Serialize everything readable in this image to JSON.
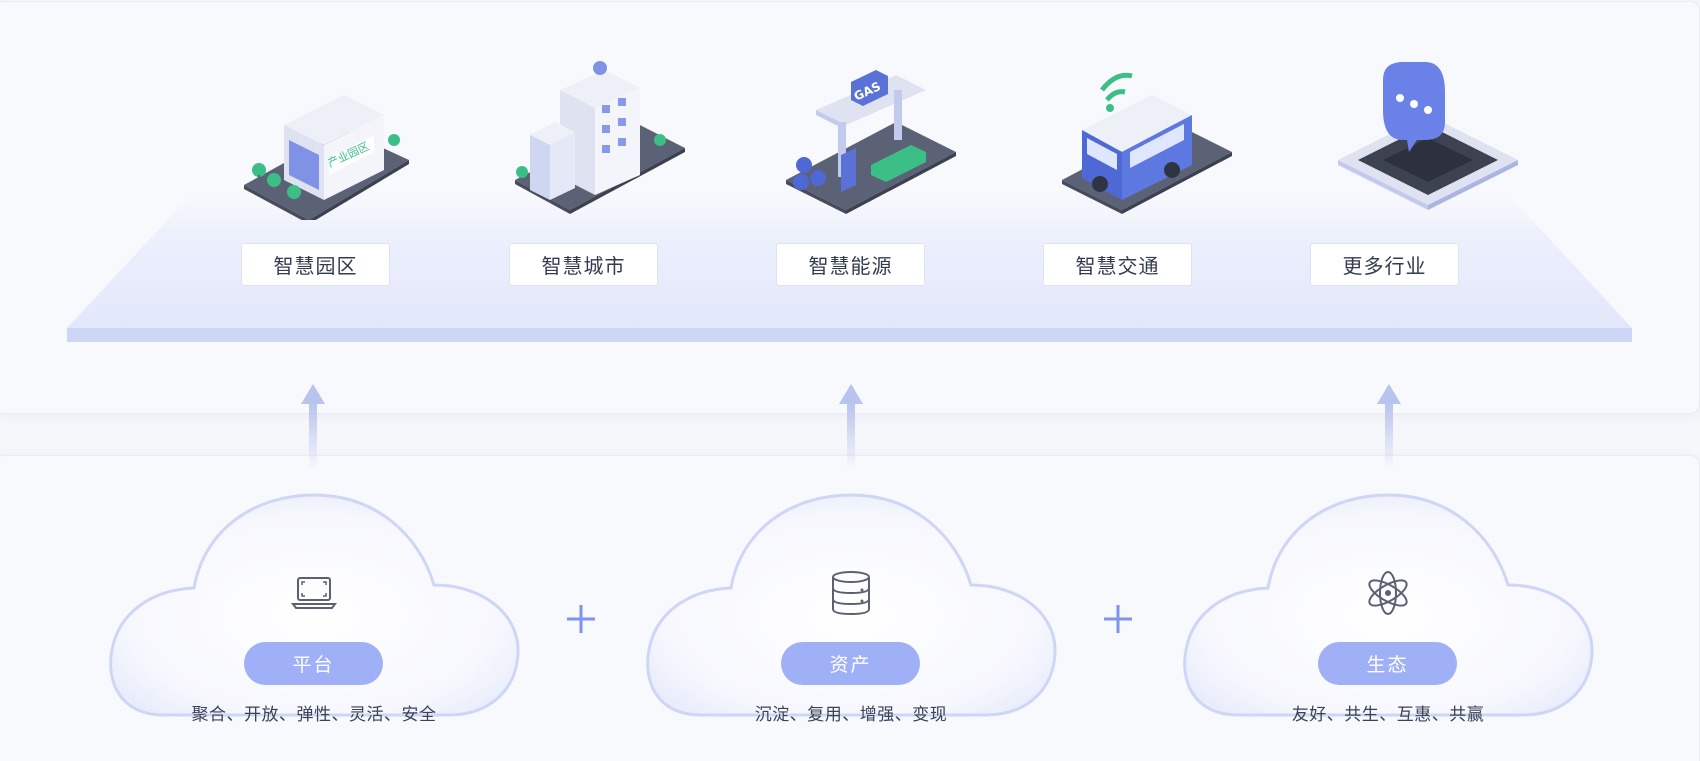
{
  "industries": [
    {
      "label": "智慧园区",
      "icon": "smart-park-building-icon",
      "sign": "产业园区"
    },
    {
      "label": "智慧城市",
      "icon": "smart-city-tower-icon"
    },
    {
      "label": "智慧能源",
      "icon": "gas-station-icon",
      "sign": "GAS"
    },
    {
      "label": "智慧交通",
      "icon": "connected-van-icon"
    },
    {
      "label": "更多行业",
      "icon": "chip-chat-bubble-icon"
    }
  ],
  "foundations": [
    {
      "title": "平台",
      "desc": "聚合、开放、弹性、灵活、安全",
      "icon": "laptop-icon"
    },
    {
      "title": "资产",
      "desc": "沉淀、复用、增强、变现",
      "icon": "database-icon"
    },
    {
      "title": "生态",
      "desc": "友好、共生、互惠、共赢",
      "icon": "atom-icon"
    }
  ],
  "connector": "+",
  "colors": {
    "accent": "#9fb0f6",
    "accent_deep": "#5a72d8",
    "platform_top": "#dfe4fb",
    "platform_edge": "#c9d3f7",
    "label_text": "#333b4f",
    "green": "#3cbf86"
  }
}
